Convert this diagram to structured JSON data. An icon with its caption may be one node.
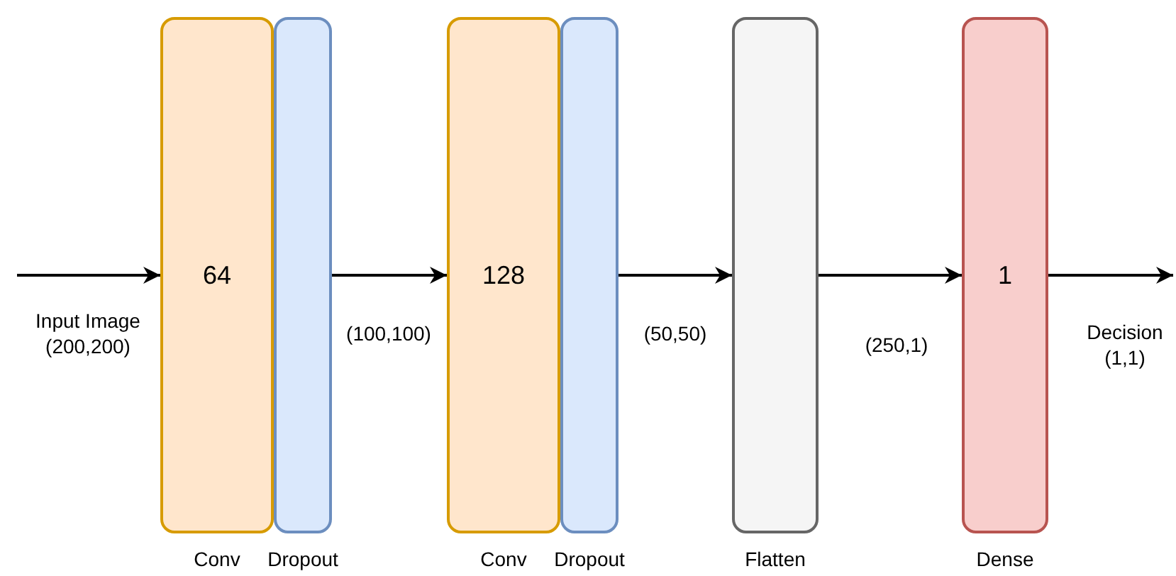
{
  "diagram": {
    "nodes": [
      {
        "text": [
          "64"
        ],
        "beside": [
          "Conv"
        ]
      },
      {
        "text": [],
        "shape": "box",
        "beside": [
          "Dropout"
        ]
      },
      {
        "text": [
          "128"
        ],
        "beside": [
          "Conv"
        ]
      },
      {
        "text": [],
        "shape": "box",
        "beside": [
          "Dropout"
        ]
      },
      {
        "text": [],
        "shape": "box",
        "beside": [
          "Flatten"
        ]
      },
      {
        "text": [
          "1"
        ],
        "beside": [
          "Dense"
        ]
      }
    ],
    "edges": [
      {
        "from": null,
        "to": 0,
        "arrow": "to",
        "label": "Input Image (200,200)"
      },
      {
        "from": 1,
        "to": 2,
        "arrow": "to",
        "label": "(100,100)"
      },
      {
        "from": 3,
        "to": 4,
        "arrow": "to",
        "label": "(50,50)"
      },
      {
        "from": 4,
        "to": 5,
        "arrow": "to",
        "label": "(250,1)"
      },
      {
        "from": 5,
        "to": null,
        "arrow": "to",
        "label": "Decision (1,1)"
      }
    ]
  }
}
